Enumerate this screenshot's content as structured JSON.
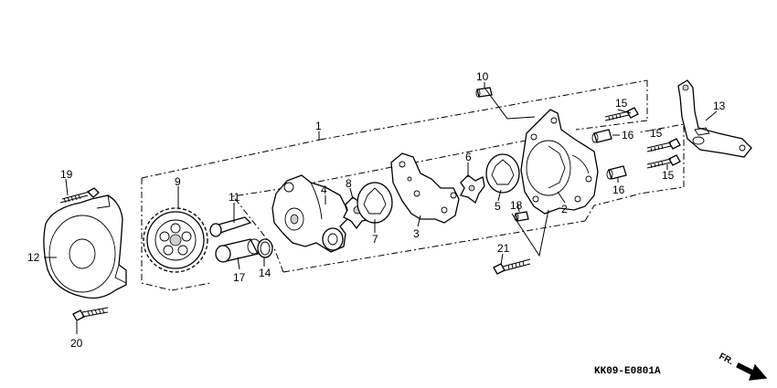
{
  "diagram": {
    "code": "KK09-E0801A",
    "direction_label": "FR."
  },
  "callouts": [
    {
      "key": "c1",
      "label": "1"
    },
    {
      "key": "c2",
      "label": "2"
    },
    {
      "key": "c3",
      "label": "3"
    },
    {
      "key": "c4",
      "label": "4"
    },
    {
      "key": "c5",
      "label": "5"
    },
    {
      "key": "c6",
      "label": "6"
    },
    {
      "key": "c7",
      "label": "7"
    },
    {
      "key": "c8",
      "label": "8"
    },
    {
      "key": "c9",
      "label": "9"
    },
    {
      "key": "c10",
      "label": "10"
    },
    {
      "key": "c11",
      "label": "11"
    },
    {
      "key": "c12",
      "label": "12"
    },
    {
      "key": "c13",
      "label": "13"
    },
    {
      "key": "c14",
      "label": "14"
    },
    {
      "key": "c15a",
      "label": "15"
    },
    {
      "key": "c15b",
      "label": "15"
    },
    {
      "key": "c15c",
      "label": "15"
    },
    {
      "key": "c16a",
      "label": "16"
    },
    {
      "key": "c16b",
      "label": "16"
    },
    {
      "key": "c17",
      "label": "17"
    },
    {
      "key": "c18",
      "label": "18"
    },
    {
      "key": "c19",
      "label": "19"
    },
    {
      "key": "c20",
      "label": "20"
    },
    {
      "key": "c21",
      "label": "21"
    }
  ]
}
